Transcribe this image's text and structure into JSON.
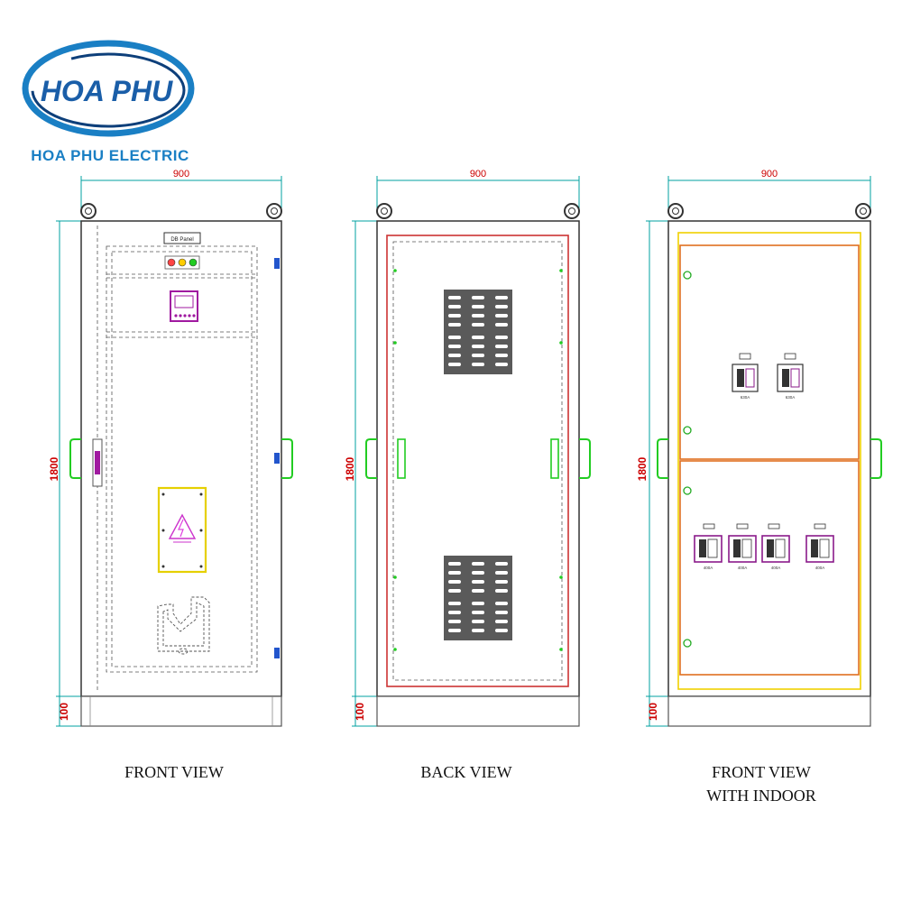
{
  "logo": {
    "wordmark": "HOA PHU",
    "company": "HOA PHU ELECTRIC"
  },
  "colors": {
    "brand_blue": "#1a7fc4",
    "brand_dark": "#0d3f7a",
    "dimension": "#00a0a0",
    "dimension_text": "#cc0000",
    "outline": "#333333",
    "handle": "#22cc22",
    "panel_inner": "#cc3333",
    "warning": "#ffee00",
    "vent": "#555555",
    "breaker": "#8a1a8a"
  },
  "views": [
    {
      "caption_lines": [
        "FRONT VIEW"
      ],
      "width_label": "900",
      "height_label": "1800",
      "base_label": "100",
      "panel_plate_label": "DB Panel"
    },
    {
      "caption_lines": [
        "BACK VIEW"
      ],
      "width_label": "900",
      "height_label": "1800",
      "base_label": "100"
    },
    {
      "caption_lines": [
        "FRONT VIEW",
        "WITH INDOOR"
      ],
      "width_label": "900",
      "height_label": "1800",
      "base_label": "100",
      "breakers_top": [
        {
          "rating": "630A"
        },
        {
          "rating": "630A"
        }
      ],
      "breakers_bottom": [
        {
          "rating": "400A"
        },
        {
          "rating": "400A"
        },
        {
          "rating": "400A"
        },
        {
          "rating": "400A"
        }
      ]
    }
  ]
}
